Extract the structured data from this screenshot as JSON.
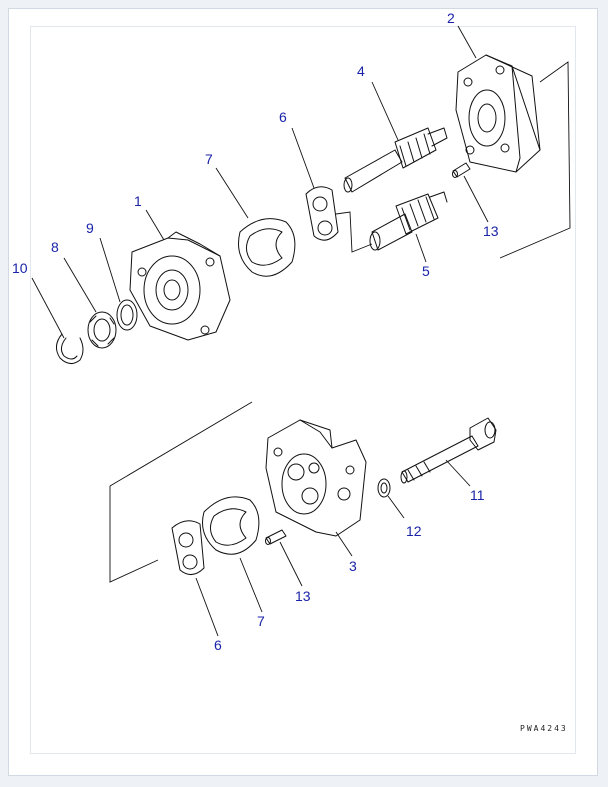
{
  "callouts": {
    "c1": "1",
    "c2": "2",
    "c3": "3",
    "c4": "4",
    "c5": "5",
    "c6a": "6",
    "c6b": "6",
    "c7a": "7",
    "c7b": "7",
    "c8": "8",
    "c9": "9",
    "c10": "10",
    "c11": "11",
    "c12": "12",
    "c13a": "13",
    "c13b": "13"
  },
  "drawing_code": "PWA4243",
  "colors": {
    "callout": "#1a23a8",
    "line": "#111111",
    "frame": "#d3d9e3"
  }
}
